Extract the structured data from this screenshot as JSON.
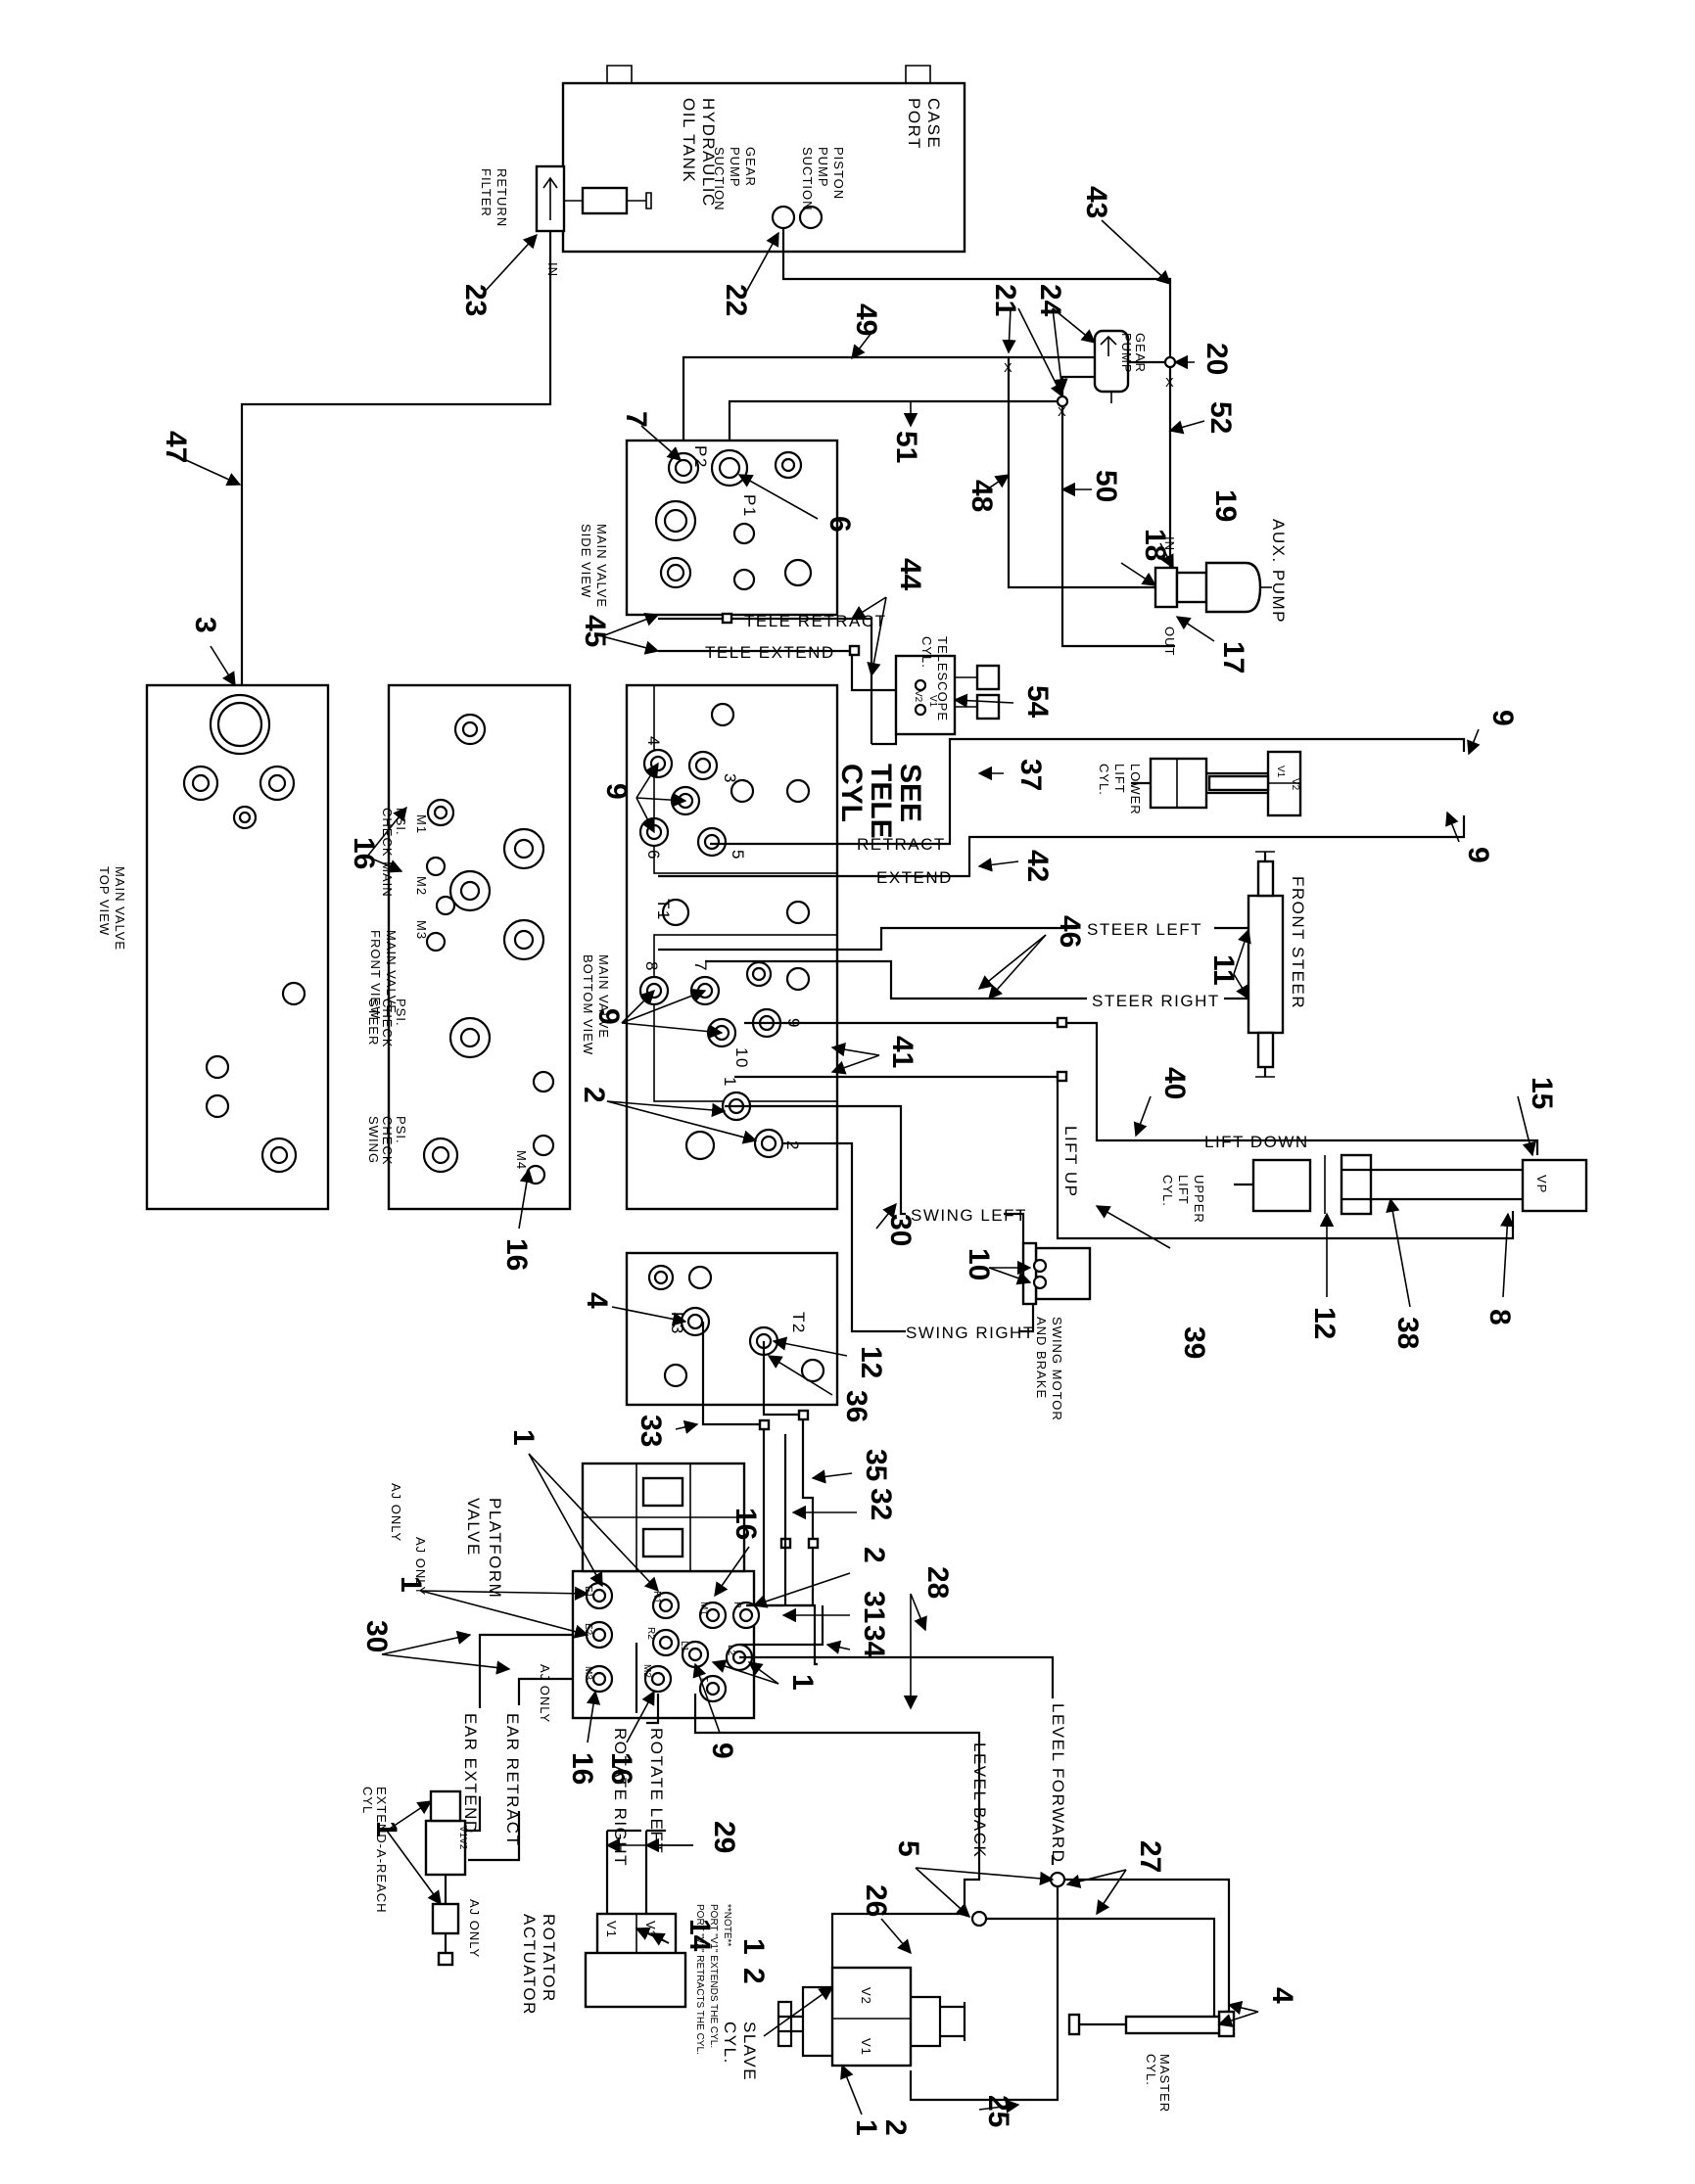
{
  "diagram": {
    "callouts": {
      "c23": "23",
      "c22": "22",
      "c43": "43",
      "c21": "21",
      "c24": "24",
      "c20": "20",
      "c49": "49",
      "c52": "52",
      "c47": "47",
      "c7": "7",
      "c51": "51",
      "c6": "6",
      "c48": "48",
      "c50": "50",
      "c19": "19",
      "c18": "18",
      "c17": "17",
      "c3": "3",
      "c45": "45",
      "c44": "44",
      "c54": "54",
      "c9a": "9",
      "c9b": "9",
      "c9c": "9",
      "c37": "37",
      "c16a": "16",
      "c42": "42",
      "c46": "46",
      "c11": "11",
      "c9d": "9",
      "c41": "41",
      "c40": "40",
      "c2a": "2",
      "c15": "15",
      "c16b": "16",
      "c30a": "30",
      "c10": "10",
      "c4a": "4",
      "c12a": "12",
      "c36": "36",
      "c39": "39",
      "c12b": "12",
      "c38": "38",
      "c8": "8",
      "c33": "33",
      "c1a": "1",
      "c35": "35",
      "c32": "32",
      "c16c": "16",
      "c2b": "2",
      "c31": "31",
      "c28": "28",
      "c34": "34",
      "c1b": "1",
      "c30b": "30",
      "c1c": "1",
      "c16d": "16",
      "c16e": "16",
      "c9e": "9",
      "c29": "29",
      "c5": "5",
      "c27": "27",
      "c14": "14",
      "c26": "26",
      "c1d": "1",
      "c1e": "1",
      "c2c": "2",
      "c4b": "4",
      "c2d": "2",
      "c1f": "1",
      "c25": "25"
    },
    "tank": {
      "case_port": [
        "CASE",
        "PORT"
      ],
      "title": [
        "HYDRAULIC",
        "OIL TANK"
      ],
      "gear_suction": [
        "GEAR",
        "PUMP",
        "SUCTION"
      ],
      "piston_suction": [
        "PISTON",
        "PUMP",
        "SUCTION"
      ],
      "return_filter": [
        "RETURN",
        "FILTER"
      ],
      "in": "IN"
    },
    "gear_pump": [
      "GEAR",
      "PUMP"
    ],
    "aux_pump": {
      "label": "AUX. PUMP",
      "in": "IN",
      "out": "OUT"
    },
    "main_valve_side": {
      "title": [
        "MAIN VALVE",
        "SIDE VIEW"
      ],
      "p2": "P2",
      "p1": "P1"
    },
    "main_valve_top": {
      "title": [
        "MAIN VALVE",
        "TOP VIEW"
      ]
    },
    "main_valve_front": {
      "title": [
        "MAIN VALVE",
        "FRONT VIEW"
      ],
      "psi_main": [
        "PSI.",
        "CHECK MAIN"
      ],
      "m1": "M1",
      "m2": "M2",
      "m3": "M3",
      "psi_steer": [
        "PSI.",
        "CHECK",
        "STEER"
      ],
      "psi_swing": [
        "PSI.",
        "CHECK",
        "SWING"
      ],
      "m4": "M4"
    },
    "main_valve_bottom": {
      "title": [
        "MAIN VALVE",
        "BOTTOM VIEW"
      ],
      "p4": "4",
      "p3": "3",
      "p6": "6",
      "p5": "5",
      "t1": "T1",
      "p8": "8",
      "p7": "7",
      "p9": "9",
      "p10": "10",
      "p1": "1",
      "p2": "2"
    },
    "telescope": {
      "tele_retract": "TELE RETRACT",
      "tele_extend": "TELE EXTEND",
      "label": [
        "TELESCOPE",
        "CYL."
      ],
      "see": [
        "SEE",
        "TELE",
        "CYL"
      ],
      "v1": "V1",
      "v2": "V2"
    },
    "lower_lift": {
      "label": [
        "LOWER",
        "LIFT",
        "CYL."
      ],
      "v1": "V1",
      "v2": "V2",
      "retract": "RETRACT",
      "extend": "EXTEND"
    },
    "front_steer": {
      "label": "FRONT STEER",
      "steer_left": "STEER LEFT",
      "steer_right": "STEER RIGHT"
    },
    "upper_lift": {
      "label": [
        "UPPER",
        "LIFT",
        "CYL."
      ],
      "vp": "VP",
      "lift_up": "LIFT UP",
      "lift_down": "LIFT DOWN"
    },
    "swing": {
      "label": [
        "SWING MOTOR",
        "AND BRAKE"
      ],
      "swing_left": "SWING LEFT",
      "swing_right": "SWING RIGHT"
    },
    "aux_valve": {
      "p3": "P3",
      "t2": "T2"
    },
    "platform_valve": {
      "title": [
        "PLATFORM",
        "VALVE"
      ],
      "aj_only": "AJ ONLY",
      "r1": "R1",
      "r2": "R2",
      "m1": "M1",
      "p": "P",
      "m2": "M2",
      "l1": "L1",
      "l2": "L2",
      "m3": "M3",
      "t": "T",
      "e1": "E1",
      "e2": "E2"
    },
    "ear": {
      "extend": "EAR EXTEND",
      "retract": "EAR RETRACT",
      "label": [
        "EXTEND-A-REACH",
        "CYL"
      ],
      "v1v2": "V1V2",
      "aj_only": "AJ ONLY"
    },
    "rotator": {
      "label": [
        "ROTATOR",
        "ACTUATOR"
      ],
      "rotate_right": "ROTATE RIGHT",
      "rotate_left": "ROTATE LEFT",
      "v1": "V1",
      "v2": "V2"
    },
    "note": [
      "**NOTE**",
      "PORT \"V1\" EXTENDS THE CYL.",
      "PORT \"V2\" RETRACTS THE CYL."
    ],
    "level": {
      "back": "LEVEL BACK",
      "forward": "LEVEL FORWARD"
    },
    "slave": {
      "label": [
        "SLAVE",
        "CYL."
      ],
      "v1": "V1",
      "v2": "V2"
    },
    "master": {
      "label": [
        "MASTER",
        "CYL."
      ]
    }
  }
}
